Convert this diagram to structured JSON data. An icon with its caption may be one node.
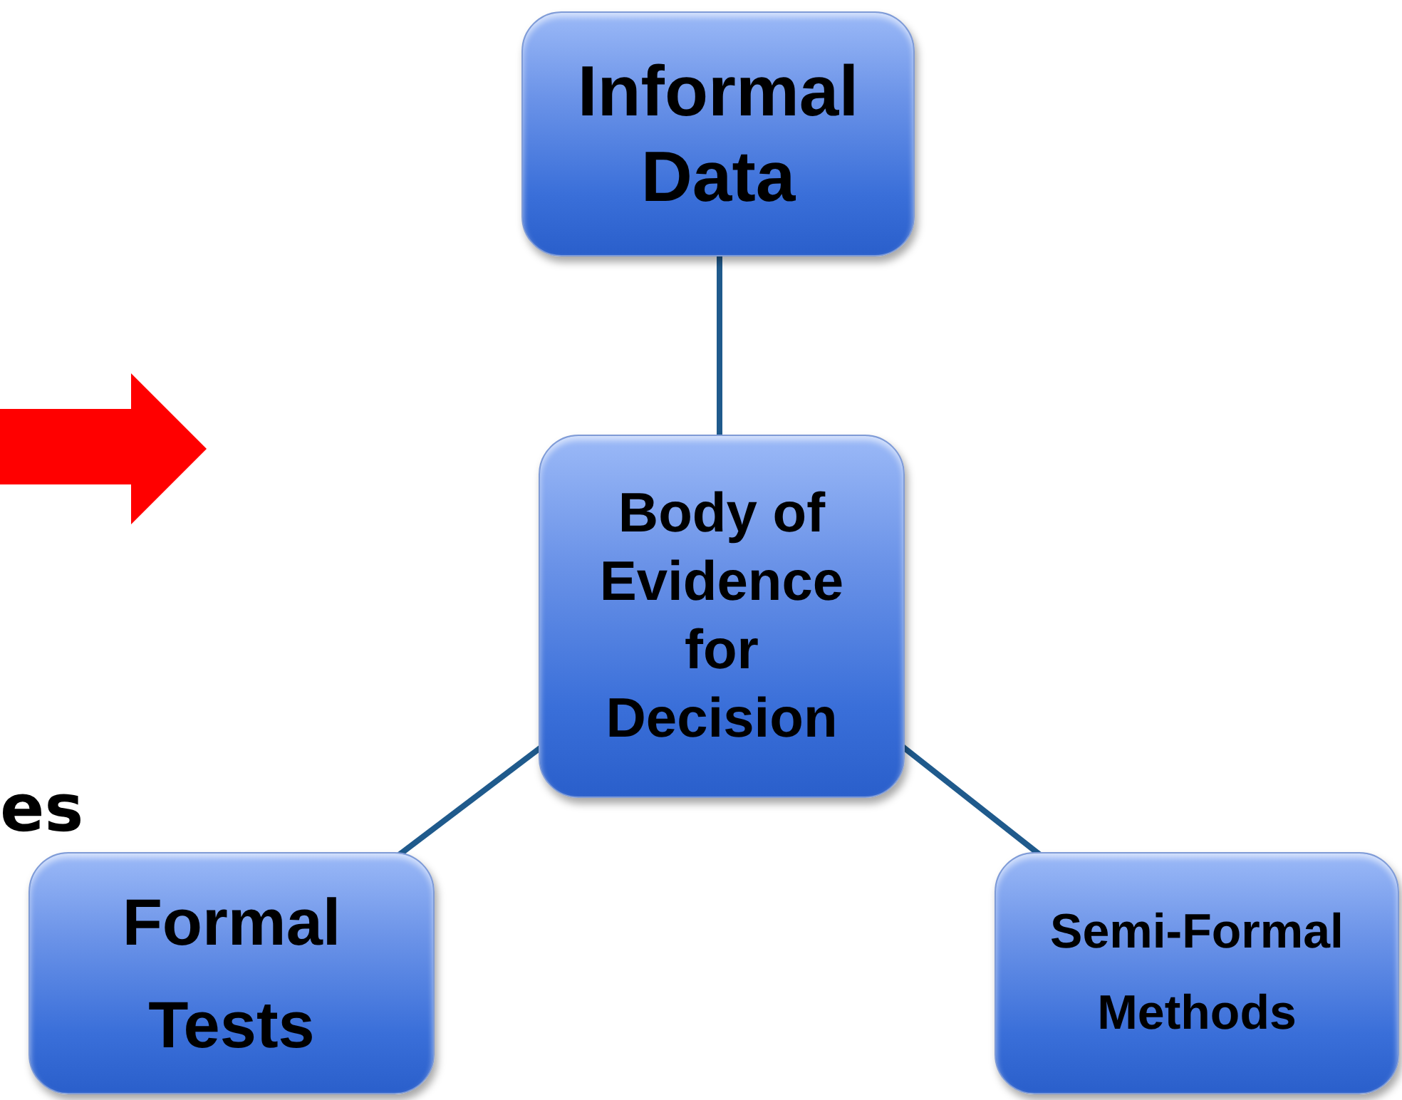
{
  "diagram": {
    "nodes": [
      {
        "text": [
          "Informal Data"
        ]
      },
      {
        "text": [
          "Body of Evidence for Decision"
        ]
      },
      {
        "text": [
          "Formal Tests"
        ]
      },
      {
        "text": [
          "Semi-Formal Methods"
        ]
      }
    ],
    "edges": [
      {
        "from": 0,
        "to": 1,
        "arrow": "none"
      },
      {
        "from": 1,
        "to": 2,
        "arrow": "none"
      },
      {
        "from": 1,
        "to": 3,
        "arrow": "none"
      }
    ],
    "labels": [
      "es"
    ]
  }
}
